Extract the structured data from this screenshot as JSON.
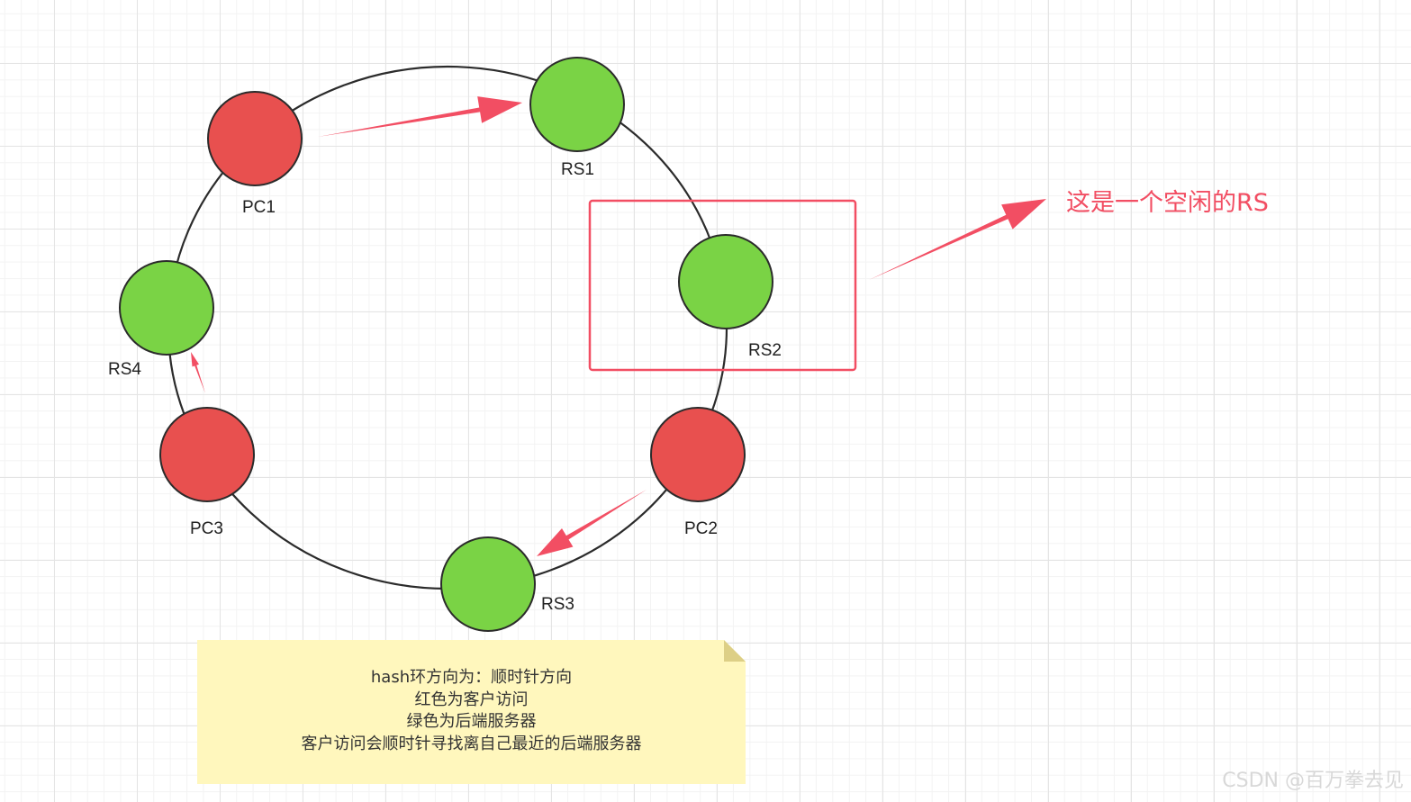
{
  "colors": {
    "client": "#e8504f",
    "server": "#7ad345",
    "arrow": "#f24e63",
    "ring": "#2b2b2b",
    "note_fill": "#fff7bd",
    "note_fold": "#ddcf86"
  },
  "nodes": [
    {
      "id": "PC1",
      "label": "PC1",
      "kind": "client"
    },
    {
      "id": "RS1",
      "label": "RS1",
      "kind": "server"
    },
    {
      "id": "RS2",
      "label": "RS2",
      "kind": "server"
    },
    {
      "id": "PC2",
      "label": "PC2",
      "kind": "client"
    },
    {
      "id": "RS3",
      "label": "RS3",
      "kind": "server"
    },
    {
      "id": "PC3",
      "label": "PC3",
      "kind": "client"
    },
    {
      "id": "RS4",
      "label": "RS4",
      "kind": "server"
    }
  ],
  "arrows": [
    {
      "from": "PC1",
      "to": "RS1"
    },
    {
      "from": "PC2",
      "to": "RS3"
    },
    {
      "from": "PC3",
      "to": "RS4"
    },
    {
      "from": "RS2",
      "to": "callout"
    }
  ],
  "callout": {
    "text": "这是一个空闲的RS"
  },
  "note": {
    "lines": [
      "hash环方向为：顺时针方向",
      "红色为客户访问",
      "绿色为后端服务器",
      "客户访问会顺时针寻找离自己最近的后端服务器"
    ]
  },
  "watermark": "CSDN @百万拳去见"
}
